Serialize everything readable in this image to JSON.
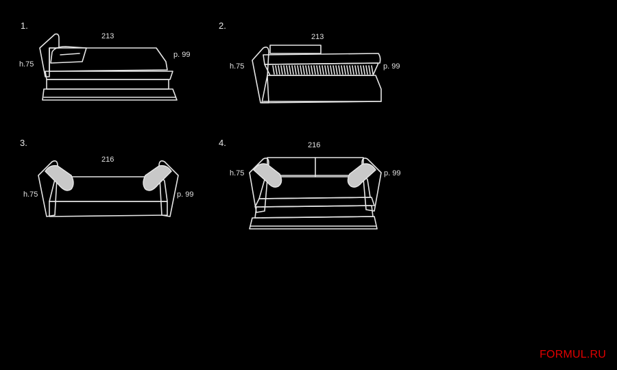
{
  "figures": [
    {
      "number": "1.",
      "width": "213",
      "height": "h.75",
      "depth": "p. 99"
    },
    {
      "number": "2.",
      "width": "213",
      "height": "h.75",
      "depth": "p. 99"
    },
    {
      "number": "3.",
      "width": "216",
      "height": "h.75",
      "depth": "p. 99"
    },
    {
      "number": "4.",
      "width": "216",
      "height": "h.75",
      "depth": "p. 99"
    }
  ],
  "watermark": "FORMUL.RU",
  "colors": {
    "background": "#000000",
    "line": "#e6e6e6",
    "pillow": "#c8c8c8",
    "watermark": "#e10000"
  }
}
